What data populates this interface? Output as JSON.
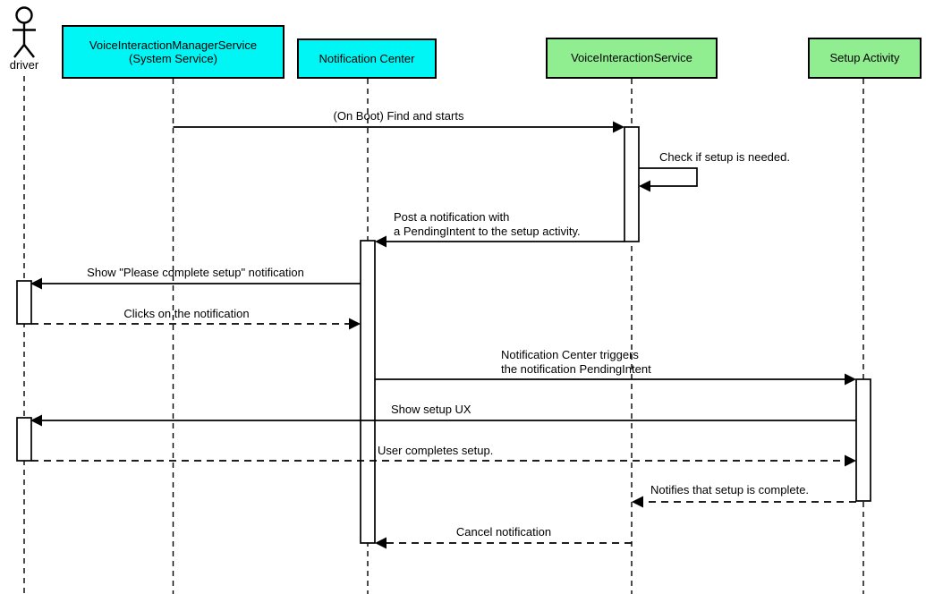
{
  "diagram": {
    "type": "uml-sequence",
    "background_color": "#FFFFFF",
    "line_color": "#000000",
    "activation_fill": "#FFFFFF"
  },
  "actor": {
    "label": "driver"
  },
  "participants": [
    {
      "id": "voice-interaction-manager-service",
      "label": "VoiceInteractionManagerService\n(System Service)",
      "color": "#00F5F5"
    },
    {
      "id": "notification-center",
      "label": "Notification Center",
      "color": "#00F5F5"
    },
    {
      "id": "voice-interaction-service",
      "label": "VoiceInteractionService",
      "color": "#90EE90"
    },
    {
      "id": "setup-activity",
      "label": "Setup Activity",
      "color": "#90EE90"
    }
  ],
  "messages": [
    {
      "label": "(On Boot) Find and starts",
      "from": "VoiceInteractionManagerService (System Service)",
      "to": "VoiceInteractionService",
      "line": "solid"
    },
    {
      "label": "Check if setup is needed.",
      "from": "VoiceInteractionService",
      "to": "VoiceInteractionService",
      "line": "solid-self"
    },
    {
      "label": "Post a notification with\na PendingIntent to the setup activity.",
      "from": "VoiceInteractionService",
      "to": "Notification Center",
      "line": "solid"
    },
    {
      "label": "Show \"Please complete setup\" notification",
      "from": "Notification Center",
      "to": "driver",
      "line": "solid"
    },
    {
      "label": "Clicks on the notification",
      "from": "driver",
      "to": "Notification Center",
      "line": "dashed"
    },
    {
      "label": "Notification Center triggers\nthe notification PendingIntent",
      "from": "Notification Center",
      "to": "Setup Activity",
      "line": "solid"
    },
    {
      "label": "Show setup UX",
      "from": "Setup Activity",
      "to": "driver",
      "line": "solid"
    },
    {
      "label": "User completes setup.",
      "from": "driver",
      "to": "Setup Activity",
      "line": "dashed"
    },
    {
      "label": "Notifies that setup is complete.",
      "from": "Setup Activity",
      "to": "VoiceInteractionService",
      "line": "dashed"
    },
    {
      "label": "Cancel notification",
      "from": "VoiceInteractionService",
      "to": "Notification Center",
      "line": "dashed"
    }
  ]
}
